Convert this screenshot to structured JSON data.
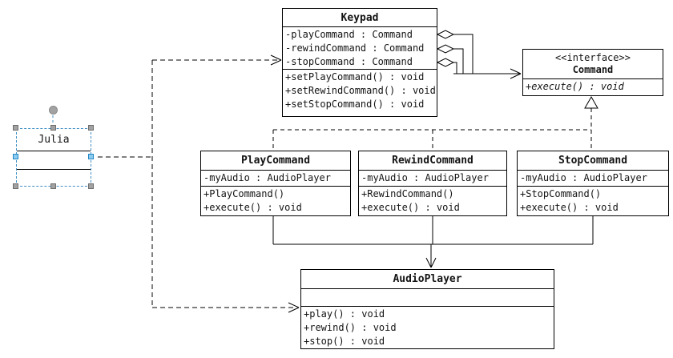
{
  "canvas": {
    "background": "#ffffff",
    "line_color": "#000000",
    "text_color": "#141414"
  },
  "selection": {
    "border_color": "#3f8fc5",
    "handle_gray_fill": "#a2a2a2",
    "handle_gray_border": "#6e6e6e",
    "handle_blue_fill": "#8ecbf0",
    "handle_blue_border": "#1f87c6"
  },
  "classes": {
    "keypad": {
      "title": "Keypad",
      "attributes": [
        "-playCommand : Command",
        "-rewindCommand : Command",
        "-stopCommand : Command"
      ],
      "methods": [
        "+setPlayCommand() : void",
        "+setRewindCommand() : void",
        "+setStopCommand() : void"
      ]
    },
    "command": {
      "stereotype": "<<interface>>",
      "title": "Command",
      "methods": [
        "+execute() : void"
      ]
    },
    "julia": {
      "title": "Julia"
    },
    "play": {
      "title": "PlayCommand",
      "attributes": [
        "-myAudio : AudioPlayer"
      ],
      "methods": [
        "+PlayCommand()",
        "+execute() : void"
      ]
    },
    "rewind": {
      "title": "RewindCommand",
      "attributes": [
        "-myAudio : AudioPlayer"
      ],
      "methods": [
        "+RewindCommand()",
        "+execute() : void"
      ]
    },
    "stop": {
      "title": "StopCommand",
      "attributes": [
        "-myAudio : AudioPlayer"
      ],
      "methods": [
        "+StopCommand()",
        "+execute() : void"
      ]
    },
    "audio": {
      "title": "AudioPlayer",
      "attributes": [],
      "methods": [
        "+play() : void",
        "+rewind() : void",
        "+stop() : void"
      ]
    }
  },
  "relationships": [
    {
      "from": "Keypad",
      "to": "Command",
      "type": "aggregation",
      "count": 3
    },
    {
      "from": "PlayCommand",
      "to": "Command",
      "type": "realization"
    },
    {
      "from": "RewindCommand",
      "to": "Command",
      "type": "realization"
    },
    {
      "from": "StopCommand",
      "to": "Command",
      "type": "realization"
    },
    {
      "from": "PlayCommand,RewindCommand,StopCommand",
      "to": "AudioPlayer",
      "type": "association"
    },
    {
      "from": "Julia",
      "to": "Keypad",
      "type": "dependency"
    },
    {
      "from": "Julia",
      "to": "AudioPlayer",
      "type": "dependency"
    }
  ]
}
